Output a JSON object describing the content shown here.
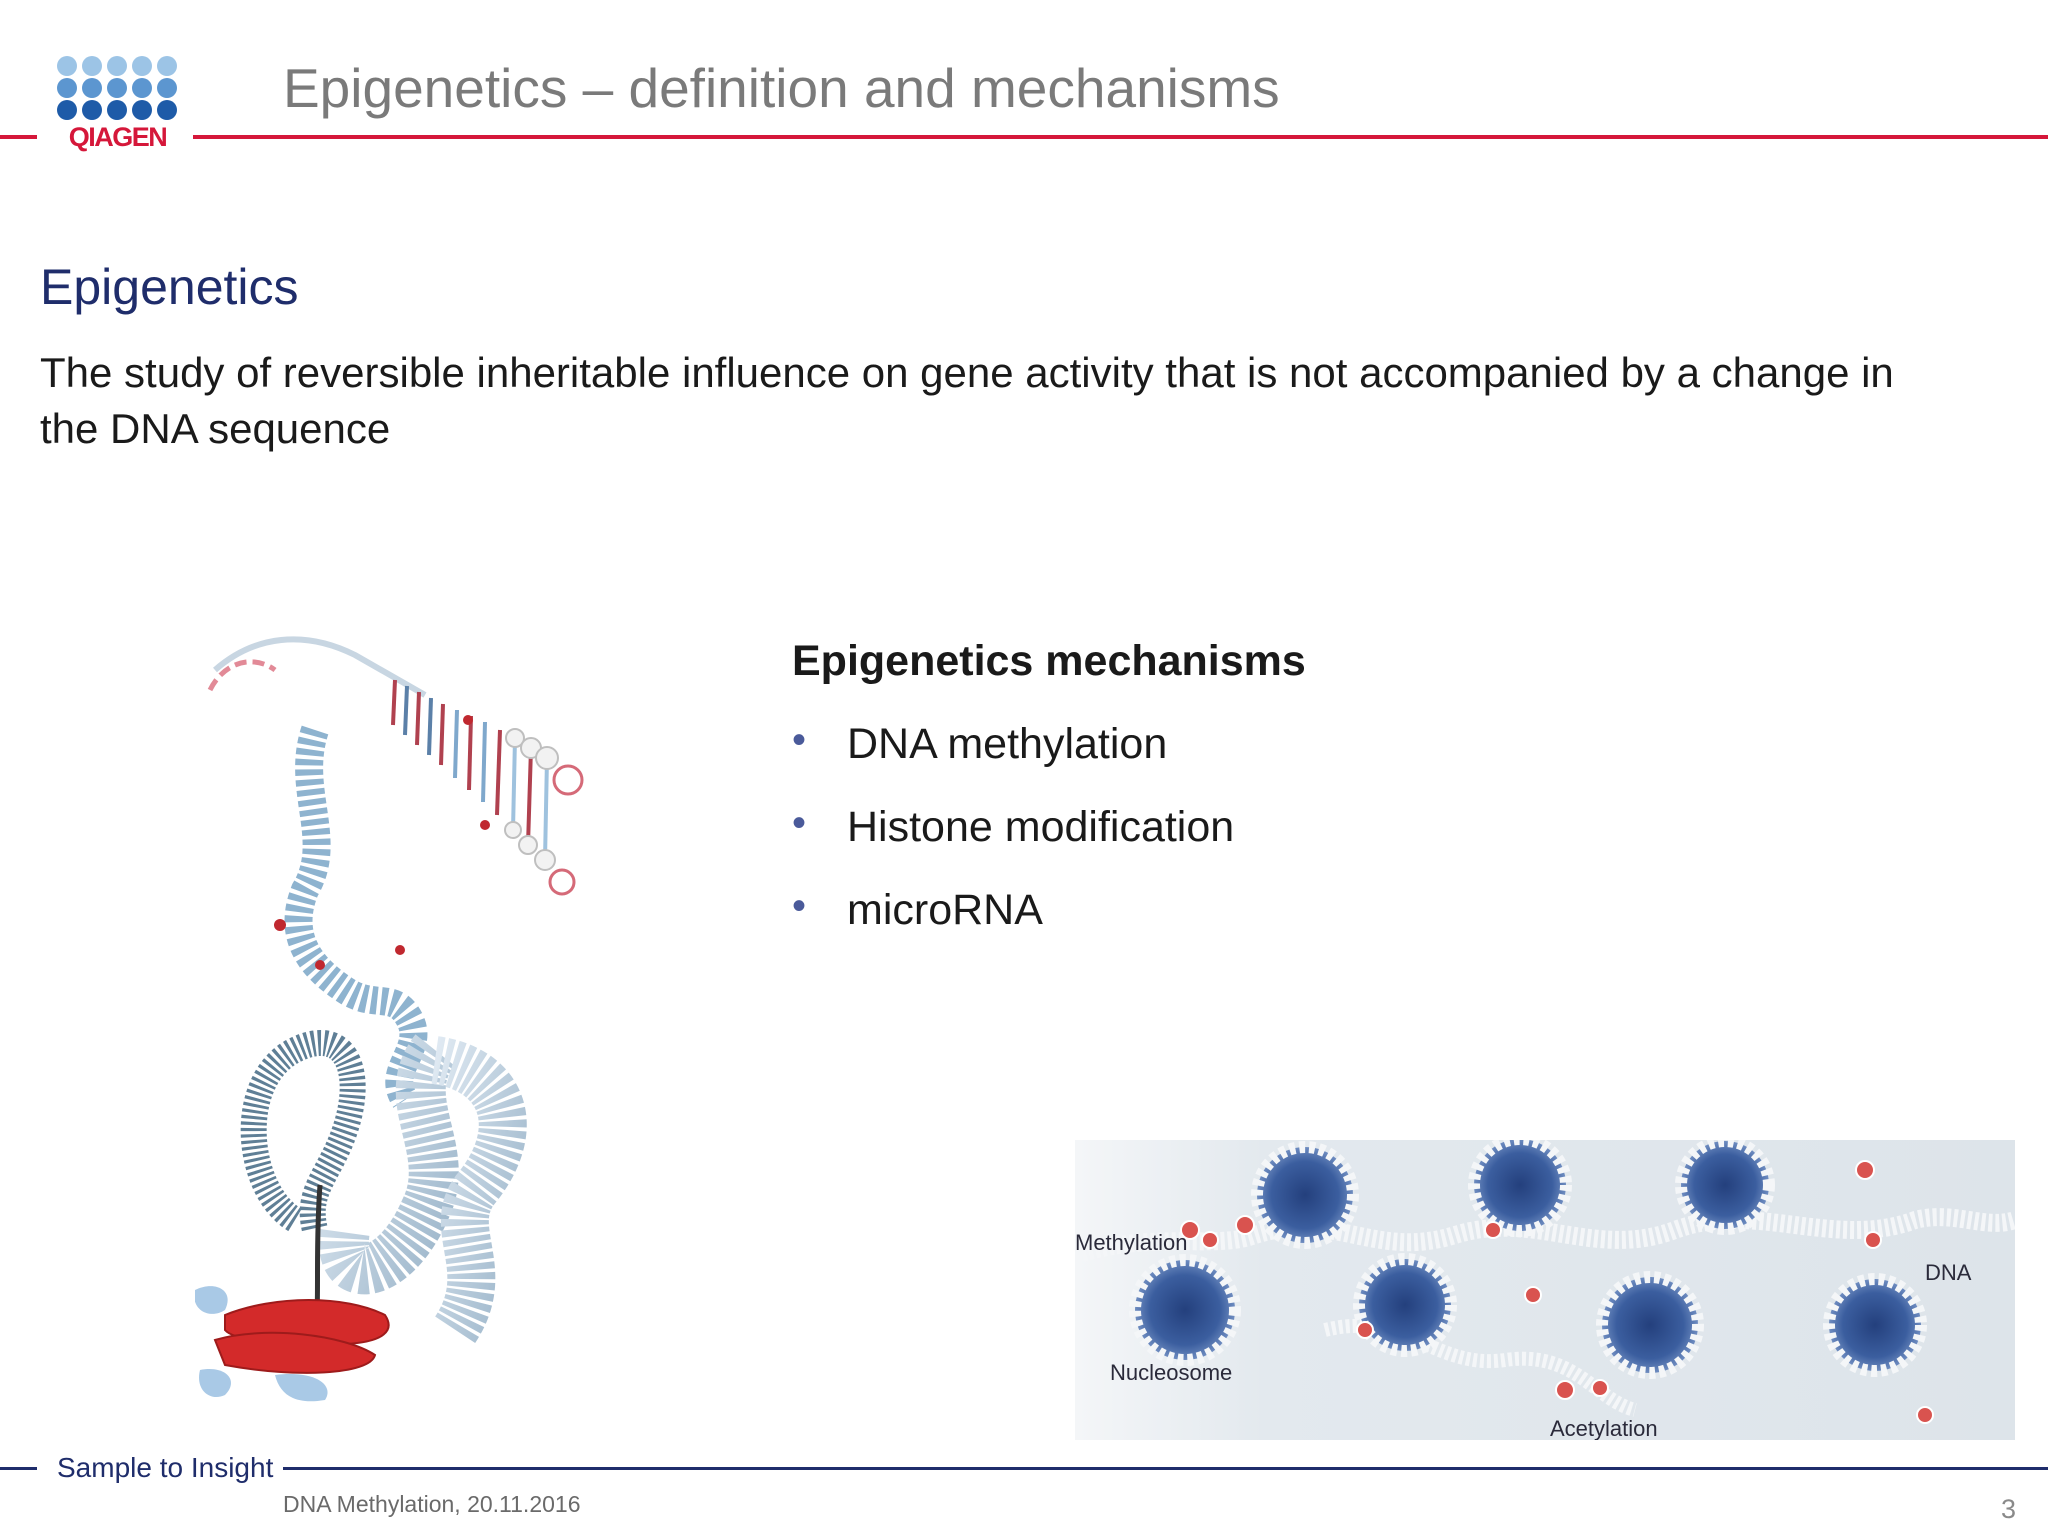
{
  "logo": {
    "text": "QIAGEN",
    "dot_colors": [
      "#9cc4e6",
      "#5c96d0",
      "#1e5ba8"
    ],
    "text_color": "#d5173a"
  },
  "header": {
    "title": "Epigenetics – definition and mechanisms",
    "rule_color": "#d5173a"
  },
  "definition": {
    "heading": "Epigenetics",
    "heading_color": "#1f2d6b",
    "text": "The study of reversible inheritable influence on gene activity that is not accompanied by a change in the DNA sequence"
  },
  "mechanisms": {
    "title": "Epigenetics mechanisms",
    "bullet_symbol": "•",
    "bullet_color": "#4a5a9a",
    "items": [
      {
        "label": "DNA methylation"
      },
      {
        "label": "Histone modification"
      },
      {
        "label": "microRNA"
      }
    ]
  },
  "nucleosome_figure": {
    "labels": {
      "methylation": "Methylation",
      "dna": "DNA",
      "nucleosome": "Nucleosome",
      "acetylation": "Acetylation"
    }
  },
  "footer": {
    "tagline": "Sample to Insight",
    "tagline_color": "#1f2d6b",
    "meta": "DNA Methylation, 20.11.2016",
    "page_number": "3",
    "rule_color": "#1f2d6b"
  }
}
